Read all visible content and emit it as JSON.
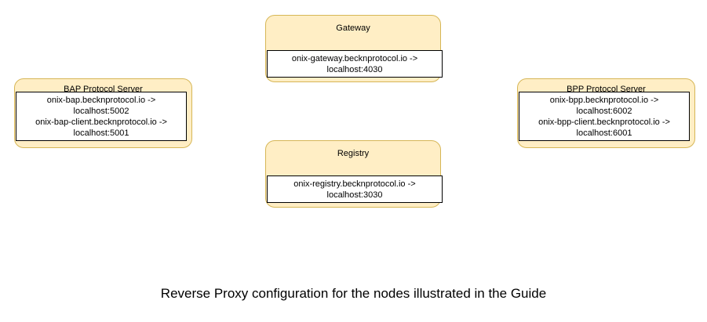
{
  "diagram": {
    "type": "deployment-diagram",
    "background_color": "#ffffff",
    "node_fill_color": "#ffeec5",
    "node_border_color": "#d6b656",
    "compartment_fill_color": "#ffffff",
    "compartment_border_color": "#000000",
    "caption": "Reverse Proxy configuration for the nodes illustrated in the Guide",
    "nodes": [
      {
        "id": "gateway",
        "title": "Gateway",
        "mappings": [
          {
            "source": "onix-gateway.becknprotocol.io ->",
            "target": "localhost:4030"
          }
        ]
      },
      {
        "id": "registry",
        "title": "Registry",
        "mappings": [
          {
            "source": "onix-registry.becknprotocol.io ->",
            "target": "localhost:3030"
          }
        ]
      },
      {
        "id": "bap",
        "title": "BAP Protocol Server",
        "mappings": [
          {
            "source": "onix-bap.becknprotocol.io ->",
            "target": "localhost:5002"
          },
          {
            "source": "onix-bap-client.becknprotocol.io ->",
            "target": "localhost:5001"
          }
        ]
      },
      {
        "id": "bpp",
        "title": "BPP Protocol Server",
        "mappings": [
          {
            "source": "onix-bpp.becknprotocol.io ->",
            "target": "localhost:6002"
          },
          {
            "source": "onix-bpp-client.becknprotocol.io ->",
            "target": "localhost:6001"
          }
        ]
      }
    ]
  }
}
